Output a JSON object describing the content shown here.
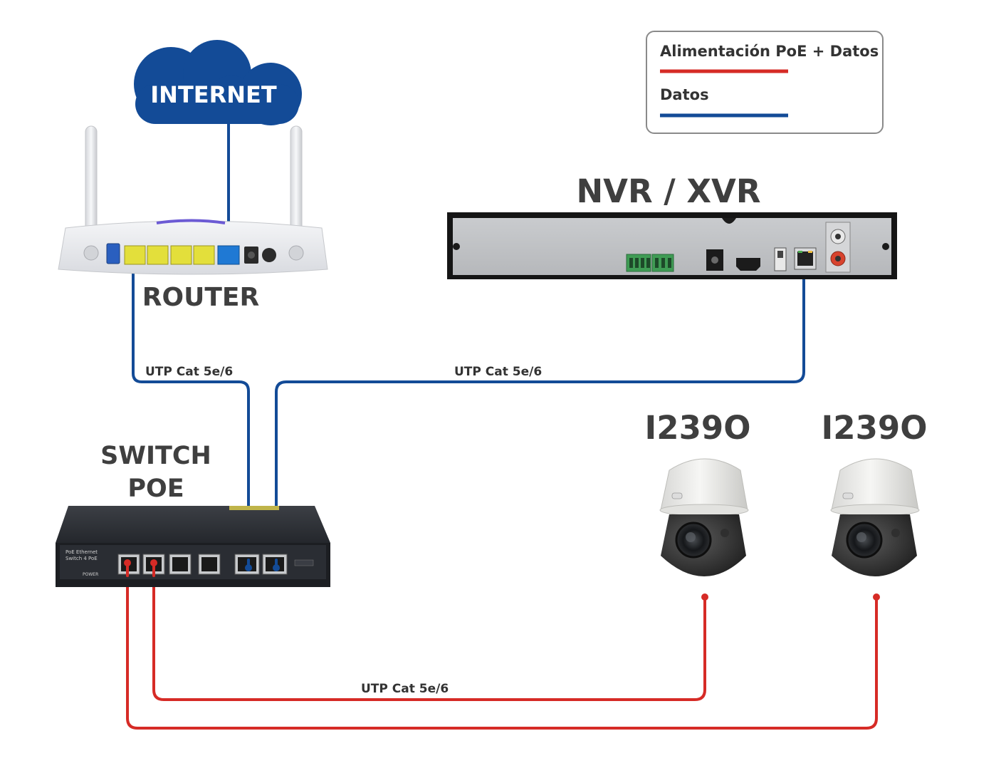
{
  "colors": {
    "poe_line": "#d62b26",
    "data_line": "#134b97",
    "cloud": "#134b97",
    "label": "#3f3f3f"
  },
  "legend": {
    "poe_label": "Alimentación PoE + Datos",
    "data_label": "Datos"
  },
  "cloud": {
    "label": "INTERNET"
  },
  "router": {
    "label": "ROUTER"
  },
  "nvr": {
    "label": "NVR / XVR"
  },
  "switch": {
    "label_line1": "SWITCH",
    "label_line2": "POE"
  },
  "cameras": [
    {
      "label": "I239O"
    },
    {
      "label": "I239O"
    }
  ],
  "cables": {
    "router_switch": "UTP Cat 5e/6",
    "nvr_switch": "UTP Cat 5e/6",
    "switch_cameras": "UTP Cat 5e/6"
  }
}
